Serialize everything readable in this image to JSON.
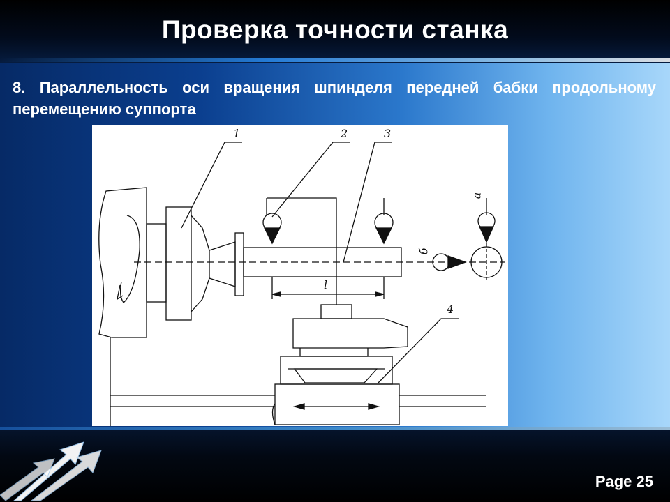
{
  "slide": {
    "title": "Проверка точности станка",
    "subtitle": "8. Параллельность оси вращения шпинделя передней бабки продольному перемещению суппорта",
    "page_label": "Page 25"
  },
  "diagram": {
    "labels": {
      "part1": "1",
      "part2": "2",
      "part3": "3",
      "part4": "4",
      "length": "l",
      "direction_a": "a",
      "direction_b": "б"
    }
  },
  "icons": {
    "logo": "arrows-logo-icon"
  }
}
